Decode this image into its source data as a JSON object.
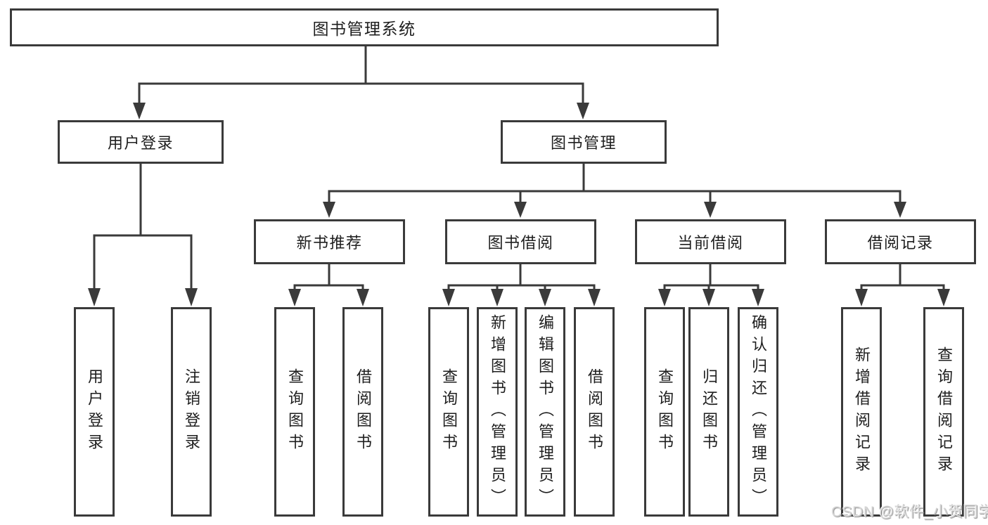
{
  "nodes": {
    "root": "图书管理系统",
    "level2": [
      {
        "label": "用户登录"
      },
      {
        "label": "图书管理"
      }
    ],
    "level3": [
      {
        "label": "新书推荐"
      },
      {
        "label": "图书借阅"
      },
      {
        "label": "当前借阅"
      },
      {
        "label": "借阅记录"
      }
    ],
    "leaves": [
      {
        "label": "用户登录"
      },
      {
        "label": "注销登录"
      },
      {
        "label": "查询图书"
      },
      {
        "label": "借阅图书"
      },
      {
        "label": "查询图书"
      },
      {
        "label": "新增图书（管理员）"
      },
      {
        "label": "编辑图书（管理员）"
      },
      {
        "label": "借阅图书"
      },
      {
        "label": "查询图书"
      },
      {
        "label": "归还图书"
      },
      {
        "label": "确认归还（管理员）"
      },
      {
        "label": "新增借阅记录"
      },
      {
        "label": "查询借阅记录"
      }
    ]
  },
  "watermark": "CSDN @软件_小贺同学",
  "colors": {
    "line_color": "#3a3a3a",
    "box_border_color": "#3a3a3a",
    "box_fill_color": "#ffffff",
    "text_color": "#1e1e1e",
    "watermark_color": "#d4d4d4",
    "background_color": "#ffffff"
  }
}
